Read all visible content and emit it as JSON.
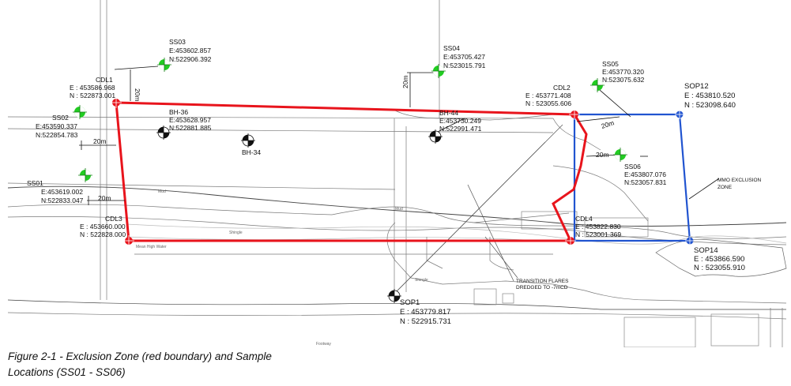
{
  "figure": {
    "caption_line1": "Figure 2-1 - Exclusion Zone (red boundary) and Sample",
    "caption_line2": "Locations (SS01 - SS06)"
  },
  "colors": {
    "exclusion_zone": "#e8141c",
    "mmo_zone": "#2154d0",
    "sample_marker": "#22cc22",
    "borehole_marker": "#111111",
    "linework": "#555555"
  },
  "samples": [
    {
      "id": "SS01",
      "easting": "E:453619.002",
      "northing": "N:522833.047"
    },
    {
      "id": "SS02",
      "easting": "E:453590.337",
      "northing": "N:522854.783"
    },
    {
      "id": "SS03",
      "easting": "E:453602.857",
      "northing": "N:522906.392"
    },
    {
      "id": "SS04",
      "easting": "E:453705.427",
      "northing": "N:523015.791"
    },
    {
      "id": "SS05",
      "easting": "E:453770.320",
      "northing": "N:523075.632"
    },
    {
      "id": "SS06",
      "easting": "E:453807.076",
      "northing": "N:523057.831"
    }
  ],
  "corners": [
    {
      "id": "CDL1",
      "easting": "E : 453586.968",
      "northing": "N : 522873.001"
    },
    {
      "id": "CDL2",
      "easting": "E : 453771.408",
      "northing": "N : 523055.606"
    },
    {
      "id": "CDL3",
      "easting": "E : 453660.000",
      "northing": "N : 522828.000"
    },
    {
      "id": "CDL4",
      "easting": "E : 453822.830",
      "northing": "N : 523001.369"
    }
  ],
  "boreholes": [
    {
      "id": "BH-36",
      "easting": "E:453628.957",
      "northing": "N:522881.885"
    },
    {
      "id": "BH-44",
      "easting": "E:453730.249",
      "northing": "N:522991.471"
    },
    {
      "id": "BH-34"
    }
  ],
  "setout_points": [
    {
      "id": "SOP12",
      "easting": "E : 453810.520",
      "northing": "N : 523098.640"
    },
    {
      "id": "SOP14",
      "easting": "E : 453866.590",
      "northing": "N : 523055.910"
    },
    {
      "id": "SOP1",
      "easting": "E : 453779.817",
      "northing": "N : 522915.731"
    }
  ],
  "dimensions": {
    "d20": "20m"
  },
  "annotations": {
    "mmo_line1": "MMO EXCLUSION",
    "mmo_line2": "ZONE",
    "flares_line1": "TRANSITION FLARES",
    "flares_line2": "DREDGED TO -7mCD",
    "mud": "Mud",
    "mhw": "Mean High Water",
    "shingle": "Shingle",
    "footway": "Footway"
  }
}
